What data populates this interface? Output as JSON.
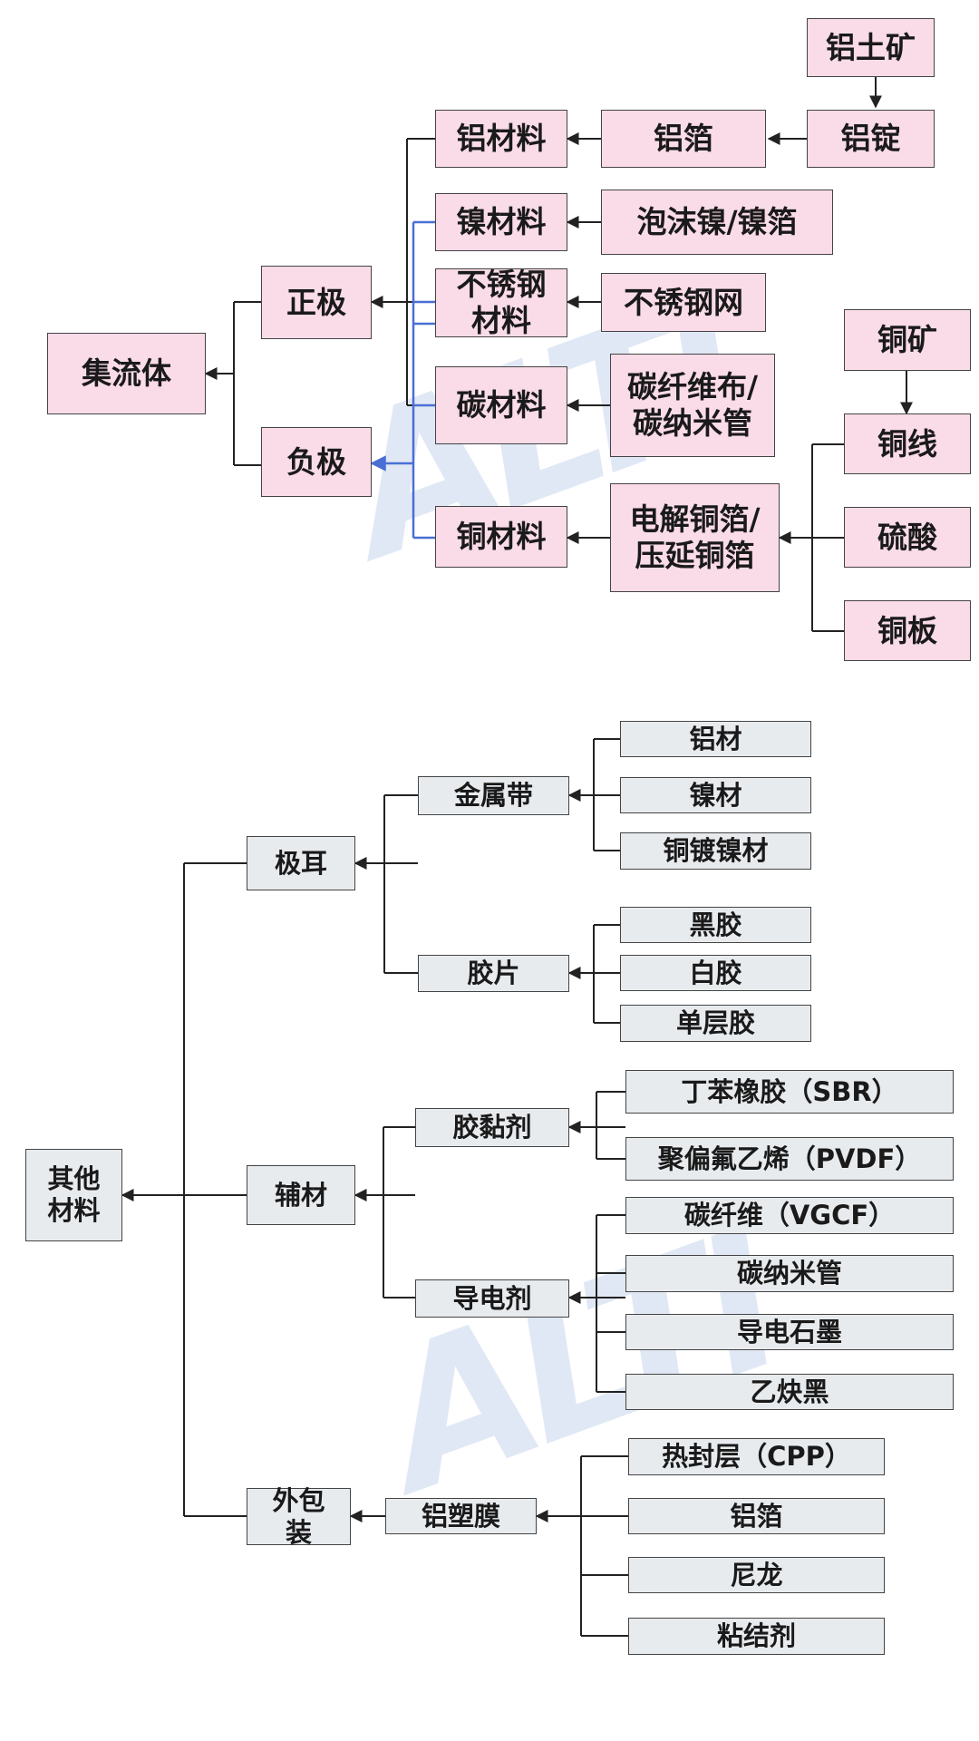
{
  "current_collector": {
    "root": "集流体",
    "positive": "正极",
    "negative": "负极",
    "al_material": "铝材料",
    "ni_material": "镍材料",
    "ss_material": "不锈钢\n材料",
    "c_material": "碳材料",
    "cu_material": "铜材料",
    "al_foil": "铝箔",
    "ni_foam_foil": "泡沫镍/镍箔",
    "ss_mesh": "不锈钢网",
    "cf_cloth_cnt": "碳纤维布/\n碳纳米管",
    "cu_foil": "电解铜箔/\n压延铜箔",
    "al_ingot": "铝锭",
    "bauxite": "铝土矿",
    "copper_ore": "铜矿",
    "copper_wire": "铜线",
    "sulfuric_acid": "硫酸",
    "copper_plate": "铜板"
  },
  "other_materials": {
    "root": "其他\n材料",
    "tab": "极耳",
    "auxiliary": "辅材",
    "packaging": "外包\n装",
    "metal_strip": "金属带",
    "tab_film": "胶片",
    "binder": "胶黏剂",
    "conductive_agent": "导电剂",
    "al_plastic_film": "铝塑膜",
    "al": "铝材",
    "ni": "镍材",
    "ni_plated_cu": "铜镀镍材",
    "black_glue": "黑胶",
    "white_glue": "白胶",
    "single_layer_glue": "单层胶",
    "sbr": "丁苯橡胶（SBR）",
    "pvdf": "聚偏氟乙烯（PVDF）",
    "vgcf": "碳纤维（VGCF）",
    "cnt": "碳纳米管",
    "graphite": "导电石墨",
    "acetylene_black": "乙炔黑",
    "cpp": "热封层（CPP）",
    "al_foil": "铝箔",
    "nylon": "尼龙",
    "adhesive": "粘结剂"
  },
  "watermark": "ALTI",
  "colors": {
    "pink_box": "#fadbe8",
    "grey_box": "#e8ebee",
    "blue_connector": "#4a6fd4"
  }
}
